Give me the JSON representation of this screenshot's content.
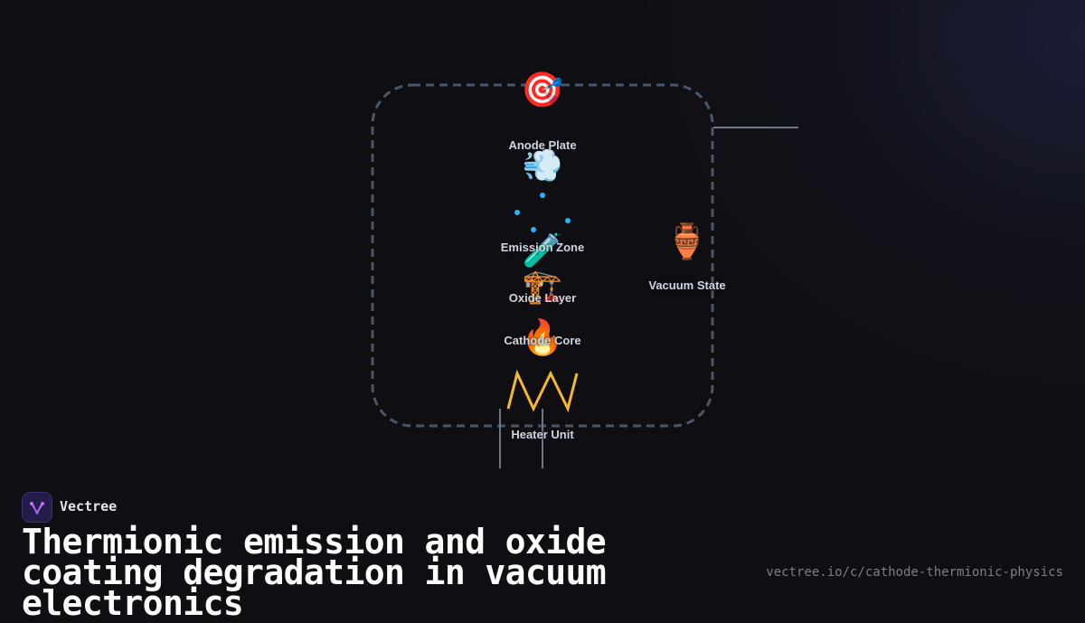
{
  "diagram": {
    "components": {
      "anode": {
        "label": "Anode Plate",
        "icon": "target-icon",
        "glyph": "🎯"
      },
      "emission": {
        "label": "Emission Zone",
        "icon": "dash-icon",
        "glyph": "💨",
        "particle_color": "#29b6f6"
      },
      "oxide": {
        "label": "Oxide Layer",
        "icon": "test-tube-icon",
        "glyph": "🧪"
      },
      "cathode": {
        "label": "Cathode Core",
        "icon": "construction-icon",
        "glyph": "🏗️"
      },
      "heater": {
        "label": "Heater Unit",
        "icon": "fire-icon",
        "glyph": "🔥",
        "coil_color": "#f5b82e"
      },
      "vacuum": {
        "label": "Vacuum State",
        "icon": "amphora-icon",
        "glyph": "🏺"
      }
    },
    "colors": {
      "envelope_stroke": "#4a5567",
      "lead_stroke": "#6b7689",
      "background": "#0f0f13"
    }
  },
  "footer": {
    "brand_name": "Vectree",
    "brand_icon": "vectree-logo-icon",
    "title": "Thermionic emission and oxide coating degradation in vacuum electronics",
    "url": "vectree.io/c/cathode-thermionic-physics"
  }
}
